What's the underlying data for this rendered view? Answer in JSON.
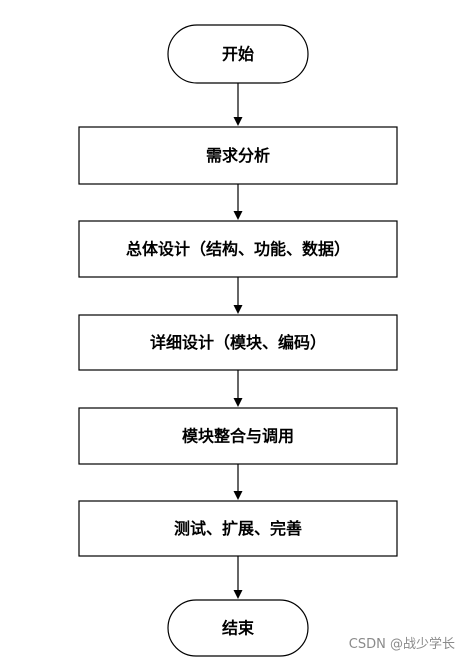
{
  "flowchart": {
    "nodes": [
      {
        "id": "start",
        "shape": "terminal",
        "label": "开始"
      },
      {
        "id": "requirements",
        "shape": "process",
        "label": "需求分析"
      },
      {
        "id": "overall-design",
        "shape": "process",
        "label": "总体设计（结构、功能、数据）"
      },
      {
        "id": "detailed-design",
        "shape": "process",
        "label": "详细设计（模块、编码）"
      },
      {
        "id": "integration",
        "shape": "process",
        "label": "模块整合与调用"
      },
      {
        "id": "testing",
        "shape": "process",
        "label": "测试、扩展、完善"
      },
      {
        "id": "end",
        "shape": "terminal",
        "label": "结束"
      }
    ],
    "edges": [
      {
        "from": "start",
        "to": "requirements"
      },
      {
        "from": "requirements",
        "to": "overall-design"
      },
      {
        "from": "overall-design",
        "to": "detailed-design"
      },
      {
        "from": "detailed-design",
        "to": "integration"
      },
      {
        "from": "integration",
        "to": "testing"
      },
      {
        "from": "testing",
        "to": "end"
      }
    ]
  },
  "watermark": {
    "text": "CSDN @战少学长"
  }
}
